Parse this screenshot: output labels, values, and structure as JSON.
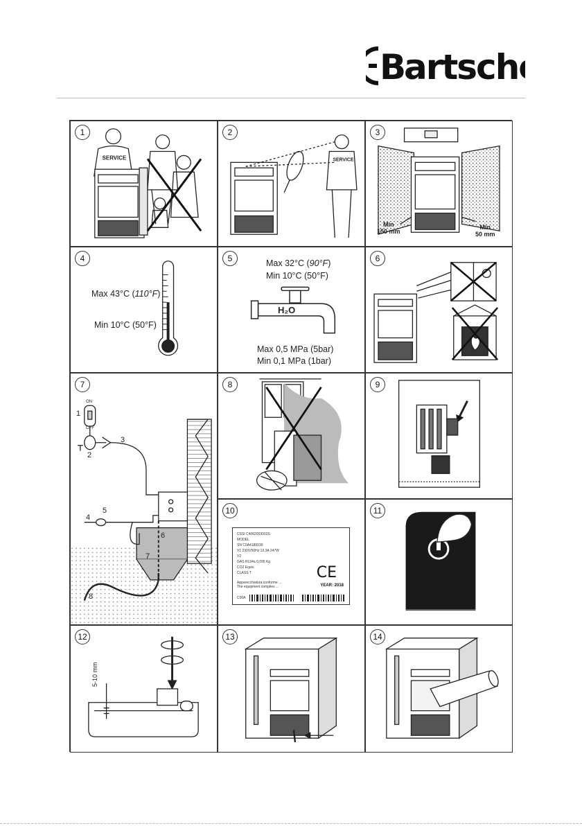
{
  "brand": {
    "name": "Bartscher",
    "letter": "B",
    "rest": "artscher"
  },
  "panels": [
    {
      "n": "1",
      "labels": {
        "service": "SERVICE"
      }
    },
    {
      "n": "2",
      "labels": {
        "service": "SERVICE"
      }
    },
    {
      "n": "3",
      "labels": {
        "min_left_1": "Min",
        "min_left_2": "150 mm",
        "min_right_1": "Min",
        "min_right_2": "50 mm"
      }
    },
    {
      "n": "4",
      "labels": {
        "max": "Max 43°C (",
        "max_f": "110°F",
        "max_close": ")",
        "min": "Min 10°C (50°F)"
      }
    },
    {
      "n": "5",
      "labels": {
        "max_temp": "Max 32°C (",
        "max_temp_f": "90°F",
        "max_temp_close": ")",
        "min_temp": "Min 10°C (50°F)",
        "h2o": "H₂O",
        "max_pressure": "Max 0,5 MPa (5bar)",
        "min_pressure": "Min  0,1 MPa (1bar)"
      }
    },
    {
      "n": "6",
      "labels": {}
    },
    {
      "n": "7",
      "labels": {
        "on": "ON",
        "off": "OFF",
        "c1": "1",
        "c2": "2",
        "c3": "3",
        "c4": "4",
        "c5": "5",
        "c6": "6",
        "c7": "7",
        "c8": "8"
      }
    },
    {
      "n": "8",
      "labels": {}
    },
    {
      "n": "9",
      "labels": {}
    },
    {
      "n": "10",
      "labels": {
        "line1": "CSSI    C4062003002S",
        "line2": "MODEL",
        "line3": "SN  C0A4180030",
        "line4": "V1  230V/50Hz        13,3A      247W",
        "line5": "V2",
        "line6": "GAS    R134a          0,095 Kg",
        "line7": "CO2 Equiv.",
        "line8": "CLASS    T",
        "line9": "Apparecchiatura conforme ...",
        "line10": "The equipment complies ...",
        "ce": "CE",
        "year": "YEAR: 2018",
        "code": "C00A"
      }
    },
    {
      "n": "11",
      "labels": {}
    },
    {
      "n": "12",
      "labels": {
        "gap": "5-10 mm"
      }
    },
    {
      "n": "13",
      "labels": {}
    },
    {
      "n": "14",
      "labels": {}
    }
  ]
}
